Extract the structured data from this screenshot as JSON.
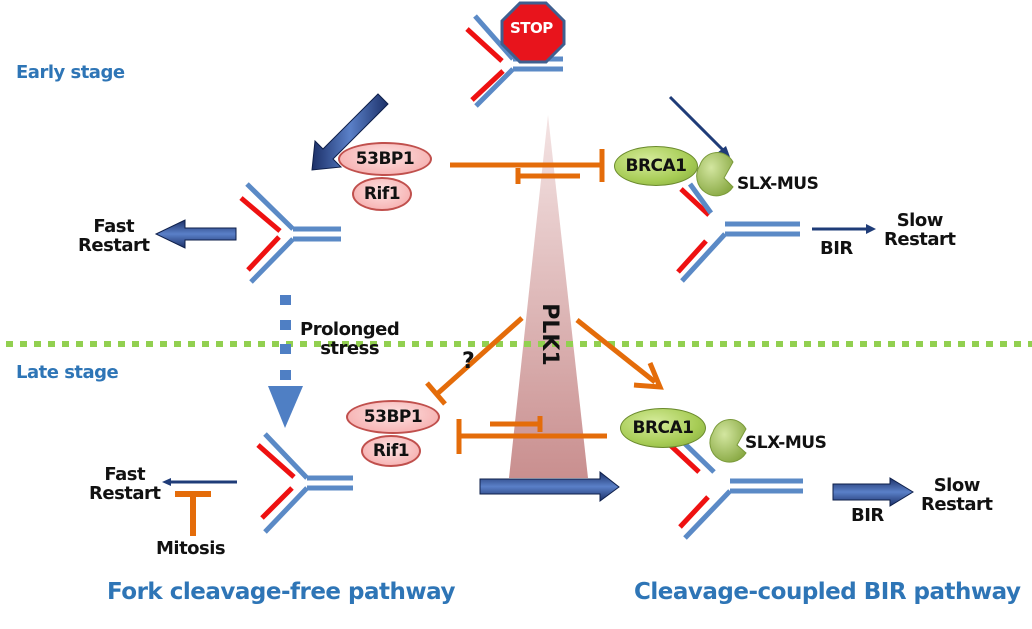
{
  "stages": {
    "early": "Early stage",
    "late": "Late stage"
  },
  "stop_sign": {
    "label": "STOP",
    "color": "#e8141c"
  },
  "kinase": {
    "label": "PLK1"
  },
  "proteins": {
    "p53bp1": "53BP1",
    "rif1": "Rif1",
    "brca1": "BRCA1",
    "slx_mus": "SLX-MUS"
  },
  "early": {
    "left_outcome": "Fast\nRestart",
    "right_outcome": "Slow\nRestart",
    "right_process": "BIR"
  },
  "transition": {
    "label": "Prolonged\nstress",
    "question": "?"
  },
  "late": {
    "left_outcome": "Fast\nRestart",
    "left_inhibitor": "Mitosis",
    "right_outcome": "Slow\nRestart",
    "right_process": "BIR"
  },
  "pathways": {
    "left": "Fork cleavage-free pathway",
    "right": "Cleavage-coupled BIR pathway"
  },
  "colors": {
    "strand_blue": "#5b8ac6",
    "strand_red": "#ee1111",
    "inhibition_orange": "#e46c0a",
    "arrow_navy": "#1f3c78",
    "divider_green": "#92d050",
    "stage_blue": "#2e75b6",
    "plk1_wedge": "#c9908f"
  }
}
